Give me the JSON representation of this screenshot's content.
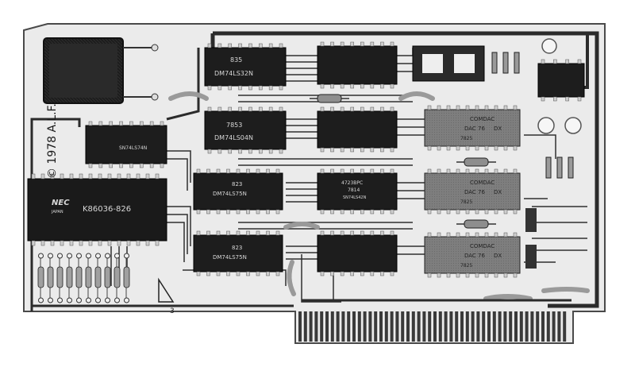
{
  "board": {
    "copyright_mark": "© 1978 A.L.F.",
    "triangle_label": "3"
  },
  "chips": {
    "u_top_left": {
      "part": "DM74LS32N",
      "code": "835"
    },
    "u_mid_left_1": {
      "part": "DM74LS04N",
      "code": "7853"
    },
    "u_left_large_1": {
      "part": "SN74LS74N",
      "code": ""
    },
    "u_nec": {
      "brand": "NEC",
      "part": "K86036-826",
      "origin": "JAPAN"
    },
    "u_mid_left_2": {
      "part": "DM74LS75N",
      "code": "823"
    },
    "u_mid_left_3": {
      "part": "DM74LS75N",
      "code": "823"
    },
    "u_center_2": {
      "part": "7814",
      "code": "4723BPC",
      "sub": "SN74LS42N"
    },
    "dac1": {
      "brand": "COMDAC",
      "part": "DAC 76",
      "suffix": "DX",
      "date": "7825"
    },
    "dac2": {
      "brand": "COMDAC",
      "part": "DAC 76",
      "suffix": "DX",
      "date": "7825"
    },
    "dac3": {
      "brand": "COMDAC",
      "part": "DAC 76",
      "suffix": "DX",
      "date": "7825"
    }
  },
  "colors": {
    "board": "#e9e9e9",
    "trace": "#2b2b2b",
    "chip_body": "#1e1e1e",
    "dac_body": "#8a8a8a",
    "pin": "#cfcfcf",
    "edge_connector": "#3a3a3a"
  }
}
